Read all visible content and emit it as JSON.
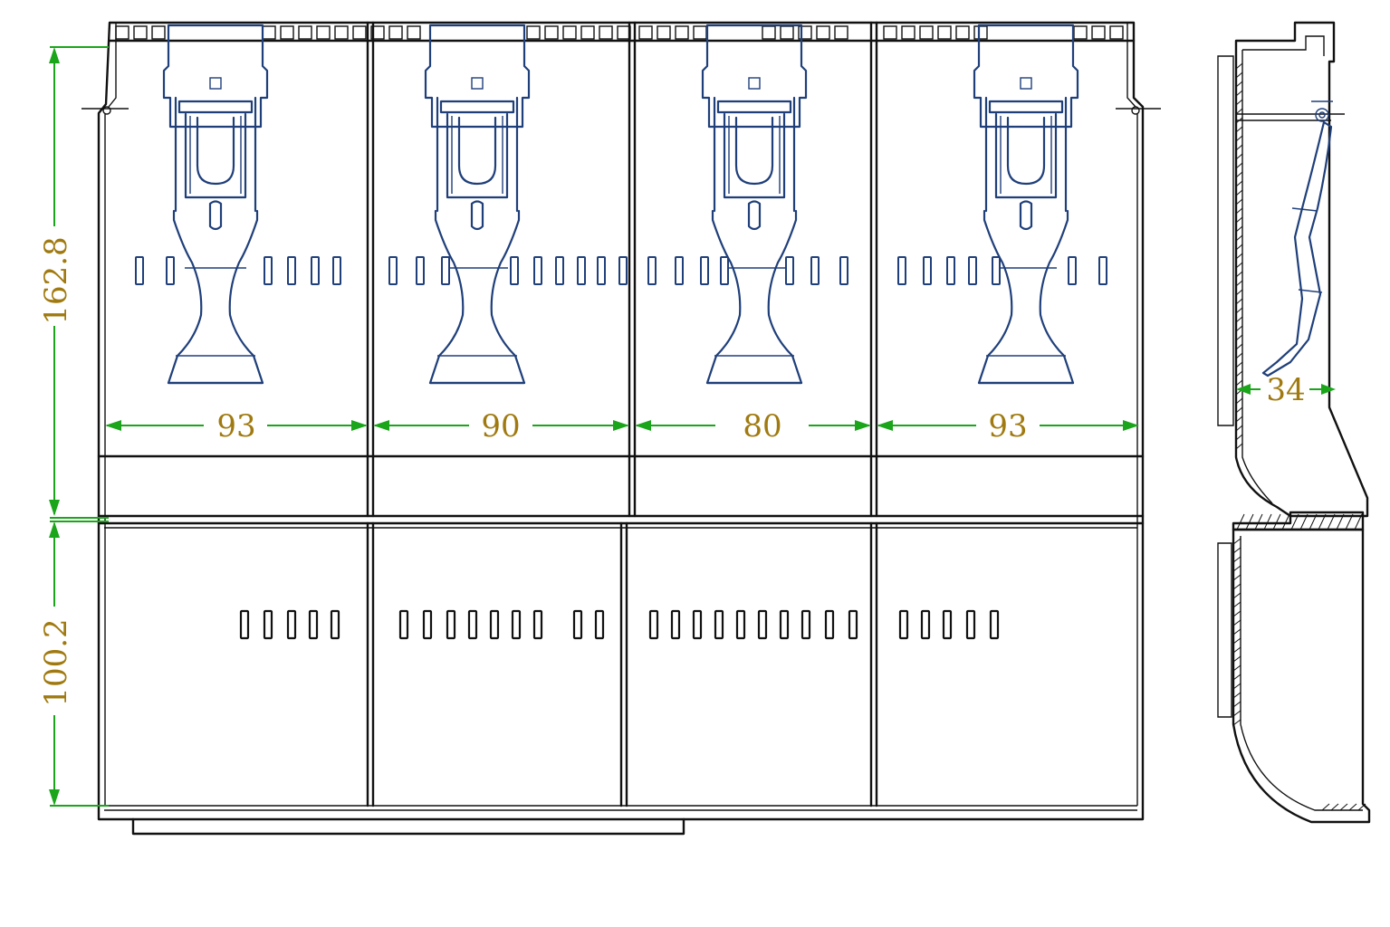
{
  "front_view": {
    "dimensions": {
      "upper_height": "162.8",
      "lower_height": "100.2",
      "compartment_widths": [
        "93",
        "90",
        "80",
        "93"
      ]
    },
    "colors": {
      "outline": "#111111",
      "clip": "#1f3f7a",
      "dimension_line": "#1aa51a",
      "dimension_text": "#a07a10"
    }
  },
  "side_view": {
    "dimensions": {
      "depth": "34"
    }
  }
}
